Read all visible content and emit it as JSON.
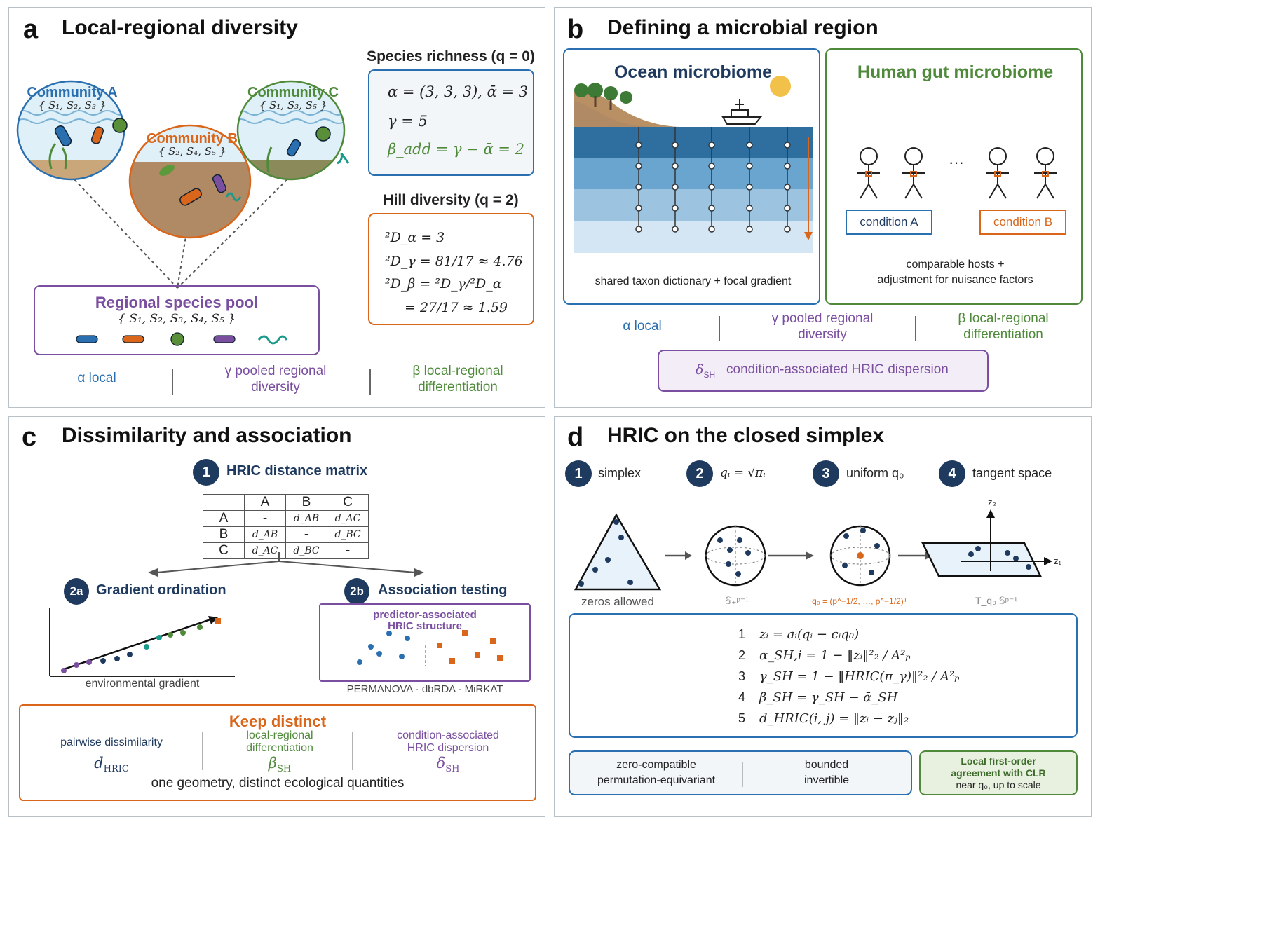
{
  "panel_a": {
    "letter": "a",
    "title": "Local-regional diversity",
    "community_a": {
      "name": "Community A",
      "set": "{ S₁, S₂, S₃ }"
    },
    "community_b": {
      "name": "Community B",
      "set": "{ S₂, S₄, S₅ }"
    },
    "community_c": {
      "name": "Community C",
      "set": "{ S₁, S₃, S₅ }"
    },
    "richness": {
      "title": "Species richness (q = 0)",
      "line1": "α = (3, 3, 3),    ᾱ = 3",
      "line2": "γ = 5",
      "line3": "β_add = γ − ᾱ = 2"
    },
    "hill": {
      "title": "Hill diversity (q = 2)",
      "line1": "²D_α = 3",
      "line2": "²D_γ = 81/17 ≈ 4.76",
      "line3": "²D_β = ²D_γ/²D_α",
      "line4": "= 27/17 ≈ 1.59"
    },
    "pool": {
      "title": "Regional species pool",
      "set": "{ S₁, S₂, S₃, S₄, S₅ }"
    },
    "legend": {
      "alpha": "α  local",
      "gamma_1": "γ  pooled regional",
      "gamma_2": "diversity",
      "beta_1": "β  local-regional",
      "beta_2": "differentiation"
    }
  },
  "panel_b": {
    "letter": "b",
    "title": "Defining a microbial region",
    "ocean_title": "Ocean microbiome",
    "ocean_caption": "shared taxon dictionary + focal gradient",
    "gut_title": "Human gut microbiome",
    "ellipsis": "···",
    "condition_a": "condition A",
    "condition_b": "condition B",
    "gut_caption_1": "comparable hosts +",
    "gut_caption_2": "adjustment for nuisance factors",
    "legend": {
      "alpha": "α  local",
      "gamma_1": "γ  pooled regional",
      "gamma_2": "diversity",
      "beta_1": "β  local-regional",
      "beta_2": "differentiation"
    },
    "delta_symbol": "δ",
    "delta_sub": "SH",
    "delta_text": "condition-associated HRIC dispersion"
  },
  "panel_c": {
    "letter": "c",
    "title": "Dissimilarity and association",
    "step1_num": "1",
    "step1_label": "HRIC distance matrix",
    "matrix": {
      "header": [
        "",
        "A",
        "B",
        "C"
      ],
      "rows": [
        [
          "A",
          "-",
          "d_AB",
          "d_AC"
        ],
        [
          "B",
          "d_AB",
          "-",
          "d_BC"
        ],
        [
          "C",
          "d_AC",
          "d_BC",
          "-"
        ]
      ]
    },
    "step2a_num": "2a",
    "step2a_label": "Gradient ordination",
    "gradient_caption": "environmental gradient",
    "step2b_num": "2b",
    "step2b_label": "Association testing",
    "assoc_title_1": "predictor-associated",
    "assoc_title_2": "HRIC structure",
    "assoc_methods": "PERMANOVA · dbRDA · MiRKAT",
    "keep_title": "Keep distinct",
    "keep_col1": "pairwise dissimilarity",
    "keep_col1_sym": "d",
    "keep_col1_sub": "HRIC",
    "keep_col2_1": "local-regional",
    "keep_col2_2": "differentiation",
    "keep_col2_sym": "β",
    "keep_col2_sub": "SH",
    "keep_col3_1": "condition-associated",
    "keep_col3_2": "HRIC dispersion",
    "keep_col3_sym": "δ",
    "keep_col3_sub": "SH",
    "keep_footer": "one geometry, distinct ecological quantities"
  },
  "panel_d": {
    "letter": "d",
    "title": "HRIC on the closed simplex",
    "steps": [
      {
        "num": "1",
        "label": "simplex"
      },
      {
        "num": "2",
        "label": "qᵢ = √πᵢ"
      },
      {
        "num": "3",
        "label": "uniform q₀"
      },
      {
        "num": "4",
        "label": "tangent space"
      }
    ],
    "cap1": "zeros allowed",
    "cap2": "𝕊₊ᵖ⁻¹",
    "cap3": "q₀ = (p^−1/2, …, p^−1/2)ᵀ",
    "cap4": "T_q₀ 𝕊ᵖ⁻¹",
    "axis_z2": "z₂",
    "axis_z1": "z₁",
    "equations": [
      {
        "n": "1",
        "eq": "zᵢ = aᵢ(qᵢ − cᵢq₀)"
      },
      {
        "n": "2",
        "eq": "α_SH,i = 1 − ‖zᵢ‖²₂ / A²ₚ"
      },
      {
        "n": "3",
        "eq": "γ_SH = 1 − ‖HRIC(π_γ)‖²₂ / A²ₚ"
      },
      {
        "n": "4",
        "eq": "β_SH = γ_SH − ᾱ_SH"
      },
      {
        "n": "5",
        "eq": "d_HRIC(i, j) = ‖zᵢ − zⱼ‖₂"
      }
    ],
    "prop1_1": "zero-compatible",
    "prop1_2": "permutation-equivariant",
    "prop2_1": "bounded",
    "prop2_2": "invertible",
    "clr_1": "Local first-order",
    "clr_2": "agreement with CLR",
    "clr_3": "near q₀, up to scale"
  },
  "colors": {
    "blue": "#2a6fb0",
    "green": "#4f8a3a",
    "orange": "#d9661a",
    "purple": "#7b4fa0",
    "navy": "#1f3a5f",
    "teal": "#1a9a8a"
  }
}
